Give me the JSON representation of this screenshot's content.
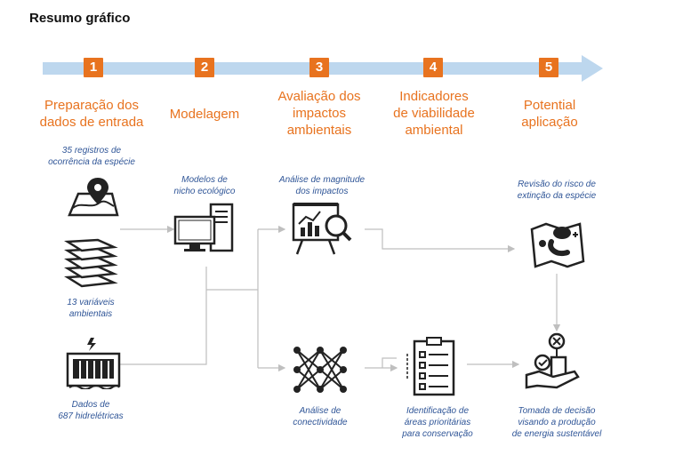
{
  "title": "Resumo gráfico",
  "steps": [
    {
      "number": "1",
      "label": "Preparação dos\ndados de entrada"
    },
    {
      "number": "2",
      "label": "Modelagem"
    },
    {
      "number": "3",
      "label": "Avaliação dos\nimpactos\nambientais"
    },
    {
      "number": "4",
      "label": "Indicadores\nde viabilidade\nambiental"
    },
    {
      "number": "5",
      "label": "Potential\naplicação"
    }
  ],
  "captions": {
    "occurrences": "35 registros de\nocorrência da espécie",
    "variables": "13 variáveis\nambientais",
    "dams": "Dados de\n687 hidrelétricas",
    "niche_models": "Modelos de\nnicho ecológico",
    "magnitude": "Análise de magnitude\ndos impactos",
    "connectivity": "Análise de\nconectividade",
    "priority_areas": "Identificação de\náreas prioritárias\npara conservação",
    "extinction_risk": "Revisão do risco de\nextinção da espécie",
    "decision": "Tomada de decisão\nvisando a produção\nde energia sustentável"
  },
  "icons": [
    "map-pin-icon",
    "layers-icon",
    "dam-icon",
    "computer-icon",
    "chart-board-icon",
    "network-icon",
    "checklist-icon",
    "species-map-icon",
    "decision-hand-icon"
  ],
  "colors": {
    "accent": "#e8731f",
    "arrow": "#bdd7ee",
    "caption": "#2f5597",
    "line": "#bfbfbf"
  }
}
